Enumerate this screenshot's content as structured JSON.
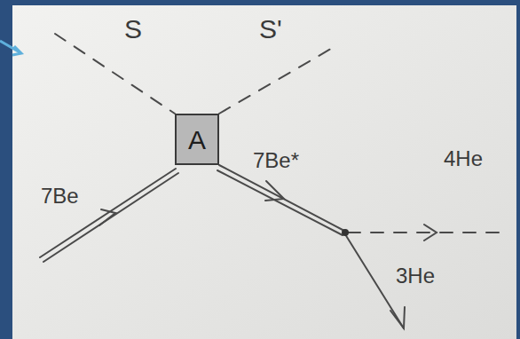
{
  "diagram": {
    "nodes": [
      {
        "text": [
          "A"
        ]
      }
    ],
    "labels": [
      "S",
      "S'",
      "7Be",
      "7Be*",
      "4He",
      "3He"
    ]
  }
}
